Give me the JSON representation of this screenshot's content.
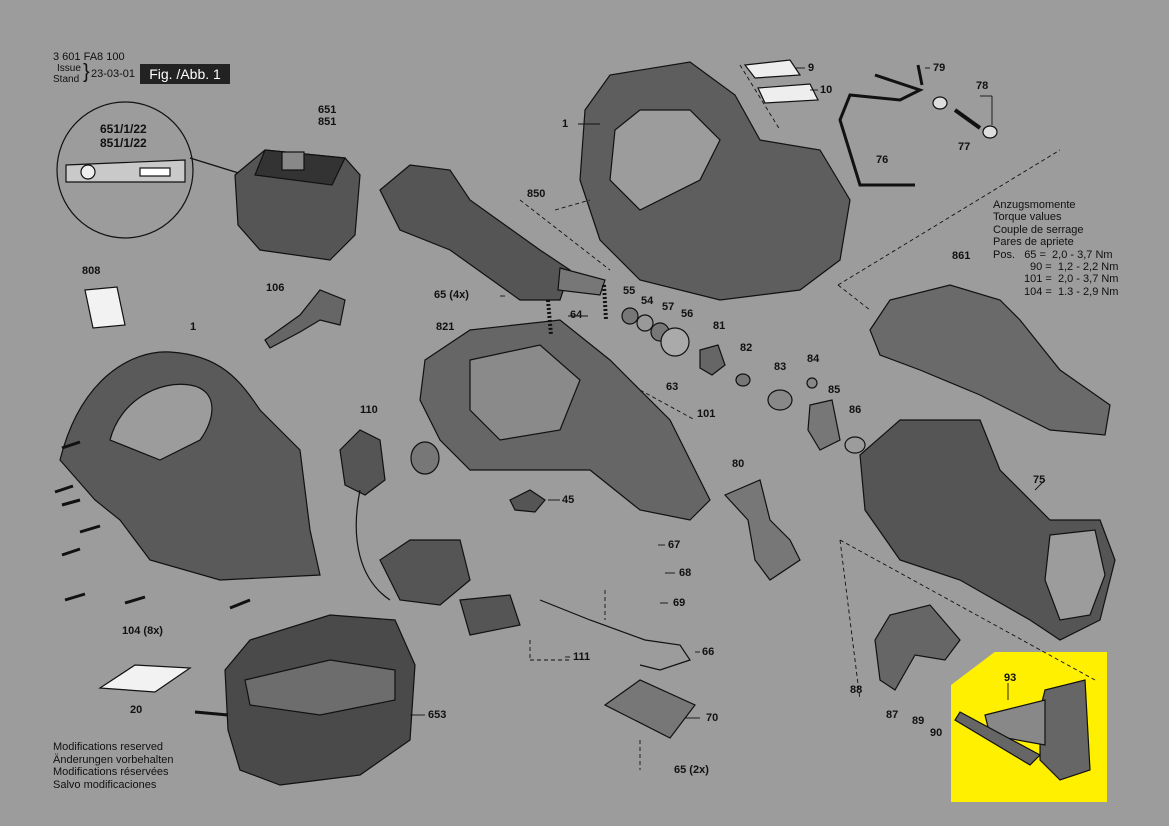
{
  "header": {
    "doc_number": "3 601 FA8 100",
    "issue_label_1": "Issue",
    "issue_label_2": "Stand",
    "issue_date": "23-03-01",
    "figure_label": "Fig. /Abb. 1"
  },
  "battery_callout": {
    "line1": "651/1/22",
    "line2": "851/1/22"
  },
  "torque": {
    "lines": [
      "Anzugsmomente",
      "Torque values",
      "Couple de serrage",
      "Pares de apriete"
    ],
    "pos_label": "Pos.",
    "rows": [
      {
        "pos": "65",
        "value": "2,0 - 3,7 Nm"
      },
      {
        "pos": "90",
        "value": "1,2 - 2,2 Nm"
      },
      {
        "pos": "101",
        "value": "2,0 - 3,7 Nm"
      },
      {
        "pos": "104",
        "value": "1.3 - 2,9 Nm"
      }
    ]
  },
  "footer": {
    "lines": [
      "Modifications reserved",
      "Änderungen vorbehalten",
      "Modifications réservées",
      "Salvo modificaciones"
    ]
  },
  "part_labels": {
    "p651": "651",
    "p851": "851",
    "p808": "808",
    "p106": "106",
    "p1a": "1",
    "p1b": "1",
    "p850": "850",
    "p9": "9",
    "p10": "10",
    "p79": "79",
    "p78": "78",
    "p77": "77",
    "p76": "76",
    "p65a": "65 (4x)",
    "p821": "821",
    "p64": "64",
    "p55": "55",
    "p54": "54",
    "p57": "57",
    "p56": "56",
    "p81": "81",
    "p82": "82",
    "p83": "83",
    "p84": "84",
    "p85": "85",
    "p86": "86",
    "p861": "861",
    "p63": "63",
    "p101": "101",
    "p110": "110",
    "p45": "45",
    "p80": "80",
    "p75": "75",
    "p67": "67",
    "p68": "68",
    "p69": "69",
    "p111": "111",
    "p66": "66",
    "p20": "20",
    "p653": "653",
    "p70": "70",
    "p65b": "65 (2x)",
    "p104": "104 (8x)",
    "p88": "88",
    "p87": "87",
    "p89": "89",
    "p90": "90",
    "p93": "93"
  },
  "highlight": {
    "part": "93",
    "color": "#fff000"
  },
  "colors": {
    "background": "#9c9c9c",
    "ink": "#111111",
    "figure_box": "#222222"
  }
}
